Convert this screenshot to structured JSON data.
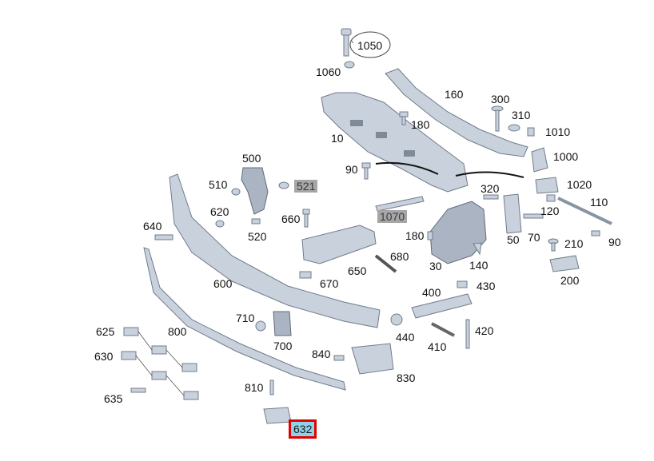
{
  "labels": {
    "p1050": "1050",
    "p1060": "1060",
    "p160": "160",
    "p300": "300",
    "p310": "310",
    "p1010": "1010",
    "p1000": "1000",
    "p180a": "180",
    "p10": "10",
    "p500": "500",
    "p510": "510",
    "p521": "521",
    "p90a": "90",
    "p1020": "1020",
    "p320": "320",
    "p110": "110",
    "p120": "120",
    "p620": "620",
    "p660": "660",
    "p1070": "1070",
    "p640": "640",
    "p520": "520",
    "p180b": "180",
    "p50": "50",
    "p70": "70",
    "p90b": "90",
    "p210": "210",
    "p680": "680",
    "p30": "30",
    "p140": "140",
    "p200": "200",
    "p600": "600",
    "p650": "650",
    "p670": "670",
    "p400": "400",
    "p430": "430",
    "p710": "710",
    "p625": "625",
    "p800": "800",
    "p440": "440",
    "p420": "420",
    "p700": "700",
    "p410": "410",
    "p630": "630",
    "p840": "840",
    "p830": "830",
    "p810": "810",
    "p635": "635",
    "p632": "632"
  }
}
